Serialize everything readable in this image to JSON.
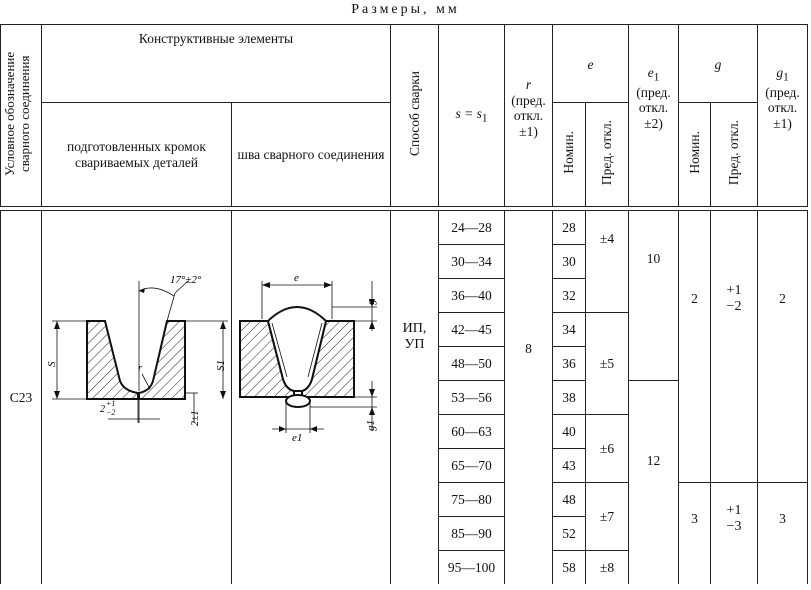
{
  "title": "Размеры, мм",
  "header": {
    "designation": "Условное обозначение сварного соединения",
    "elements": "Конструктивные элементы",
    "prepared_edges": "подготовленных кромок свариваемых деталей",
    "weld_seam": "шва сварного соединения",
    "method": "Способ сварки",
    "s_label": "s = s",
    "s_sub": "1",
    "r_label": "r",
    "r_note_1": "(пред.",
    "r_note_2": "откл.",
    "r_note_3": "±1)",
    "e_label": "e",
    "e1_label": "e",
    "e1_sub": "1",
    "e1_note_1": "(пред.",
    "e1_note_2": "откл.",
    "e1_note_3": "±2)",
    "g_label": "g",
    "g1_label": "g",
    "g1_sub": "1",
    "g1_note_1": "(пред.",
    "g1_note_2": "откл.",
    "g1_note_3": "±1)",
    "nominal": "Номин.",
    "deviation": "Пред. откл."
  },
  "body": {
    "designation": "С23",
    "method_1": "ИП,",
    "method_2": "УП",
    "r": "8",
    "s_ranges": [
      "24—28",
      "30—34",
      "36—40",
      "42—45",
      "48—50",
      "53—56",
      "60—63",
      "65—70",
      "75—80",
      "85—90",
      "95—100"
    ],
    "e_nominal": [
      "28",
      "30",
      "32",
      "34",
      "36",
      "38",
      "40",
      "43",
      "48",
      "52",
      "58"
    ],
    "e_deviation": [
      "±4",
      "±5",
      "±6",
      "±7",
      "±8"
    ],
    "e1": [
      "10",
      "12"
    ],
    "g_nominal": [
      "2",
      "3"
    ],
    "g_dev_1": [
      "+1",
      "−2"
    ],
    "g_dev_2": [
      "+1",
      "−3"
    ],
    "g1": [
      "2",
      "3"
    ]
  },
  "drawing": {
    "angle": "17°±2°",
    "r": "r",
    "s": "S",
    "s1": "S1",
    "gap_a": "2",
    "gap_b": "+1",
    "gap_c": "−2",
    "root": "2±1",
    "e": "e",
    "g": "g",
    "e1": "e1",
    "g1": "g1"
  }
}
